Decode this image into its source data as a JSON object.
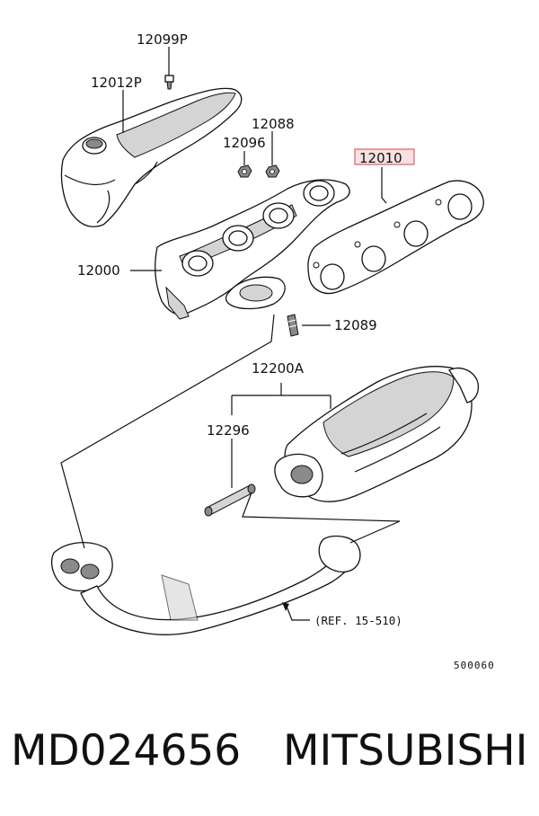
{
  "diagram": {
    "callouts": {
      "c12099P": "12099P",
      "c12012P": "12012P",
      "c12088": "12088",
      "c12096": "12096",
      "c12010": "12010",
      "c12000": "12000",
      "c12089": "12089",
      "c12200A": "12200A",
      "c12296": "12296"
    },
    "reference": "(REF. 15-510)",
    "diagram_code": "500060",
    "highlight_color": "#e06060"
  },
  "footer": {
    "part_number": "MD024656",
    "brand": "MITSUBISHI"
  }
}
